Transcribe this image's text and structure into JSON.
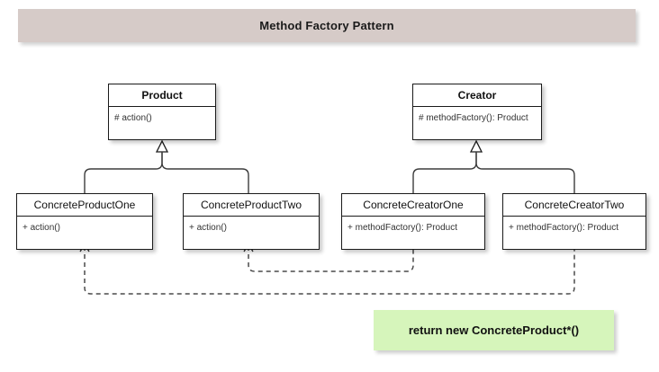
{
  "diagram": {
    "title": "Method Factory Pattern",
    "background_color": "#ffffff",
    "title_bar_color": "#d6cbc8",
    "note_color": "#d6f5bb"
  },
  "classes": {
    "product": {
      "name": "Product",
      "members": [
        "# action()"
      ]
    },
    "creator": {
      "name": "Creator",
      "members": [
        "# methodFactory(): Product"
      ]
    },
    "concrete_product_one": {
      "name": "ConcreteProductOne",
      "members": [
        "+ action()"
      ]
    },
    "concrete_product_two": {
      "name": "ConcreteProductTwo",
      "members": [
        "+ action()"
      ]
    },
    "concrete_creator_one": {
      "name": "ConcreteCreatorOne",
      "members": [
        "+ methodFactory(): Product"
      ]
    },
    "concrete_creator_two": {
      "name": "ConcreteCreatorTwo",
      "members": [
        "+ methodFactory(): Product"
      ]
    }
  },
  "note": {
    "text": "return new ConcreteProduct*()"
  }
}
